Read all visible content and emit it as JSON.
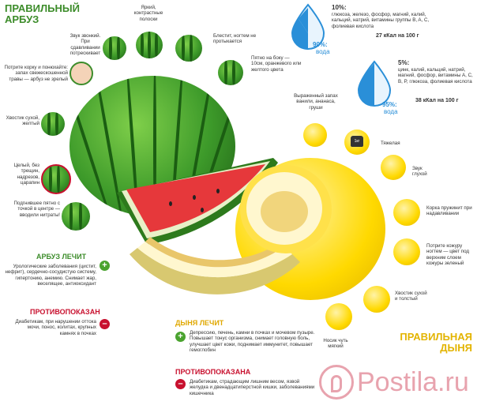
{
  "watermelon": {
    "title_line1": "ПРАВИЛЬНЫЙ",
    "title_line2": "АРБУЗ",
    "tips": {
      "sound": "Звук звонкий. При сдавливании потрескивает",
      "stripes": "Яркий, контрастные полоски",
      "shine": "Блестит, ногтем не протыкается",
      "spot": "Пятно на боку — 10см, оранжевого или желтого цвета",
      "smell": "Потрите корку и понюхайте: запах свежескошенной травы — арбуз не зрелый",
      "tail": "Хвостик сухой, желтый",
      "whole": "Целый, без трещин, надрезов, царапин",
      "dented": "Подгнившее пятно с точкой в центре — вводили нитраты!"
    },
    "heals_title": "АРБУЗ ЛЕЧИТ",
    "heals_text": "Урологические заболевания (цистит, нефрит), сердечно-сосудистую систему, гипертонию, анемию. Снимает жар, веселящее, антиоксидант",
    "contra_title": "ПРОТИВОПОКАЗАН",
    "contra_text": "Диабетикам, при нарушении оттока мочи, понос, колитах, крупных камнях в почках",
    "nutrition": {
      "percent": "10%:",
      "text": "глюкоза, железо, фосфор, магний, калий, кальций, натрий, витамины группы B, A, C, фолиевая кислота",
      "water_pct": "90%:",
      "water_label": "вода",
      "kcal": "27 кКал на 100 г"
    }
  },
  "melon": {
    "title_line1": "ПРАВИЛЬНАЯ",
    "title_line2": "ДЫНЯ",
    "tips": {
      "aroma": "Выраженный запах ванили, ананаса, груши",
      "heavy": "Тяжелая",
      "deaf": "Звук глухой",
      "peel": "Корка пружинит при надавливании",
      "green": "Потрите кожуру ногтем — цвет под верхним слоем кожуры зеленый",
      "tail": "Хвостик сухой и толстый",
      "nose": "Носик чуть мягкий"
    },
    "heavy_badge": "1кг",
    "heals_title": "ДЫНЯ ЛЕЧИТ",
    "heals_text": "Депрессию, печень, камни в почках и мочевом пузыре. Повышает тонус организма, снимает головную боль, улучшает цвет кожи, поднимает иммунитет, повышает гемоглобин",
    "contra_title": "ПРОТИВОПОКАЗАНА",
    "contra_text": "Диабетикам, страдающим лишним весом, язвой желудка и двенадцатиперстной кишки, заболеваниями кишечника",
    "nutrition": {
      "percent": "5%:",
      "text": "цинк, калий, кальций, натрий, магний, фосфор, витамины A, C, B, P, глюкоза, фолиевая кислота",
      "water_pct": "95%:",
      "water_label": "вода",
      "kcal": "38 кКал на 100 г"
    }
  },
  "watermark": "Postila.ru",
  "colors": {
    "green_title": "#3c8c2a",
    "yellow_title": "#e3b400",
    "red_title": "#c8102e",
    "water_blue": "#2a8fd8",
    "watermark": "#e8a3ae"
  }
}
